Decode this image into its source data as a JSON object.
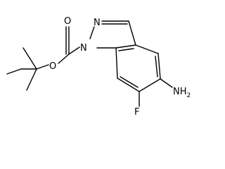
{
  "molecule": {
    "atoms": {
      "n_ring_top": "N",
      "n_ring_1": "N",
      "carbonyl_o": "O",
      "ester_o": "O",
      "amine": "NH",
      "amine_h_count": "2",
      "fluorine": "F"
    },
    "colors": {
      "bond": "#000000",
      "text": "#000000",
      "background": "#ffffff"
    }
  }
}
